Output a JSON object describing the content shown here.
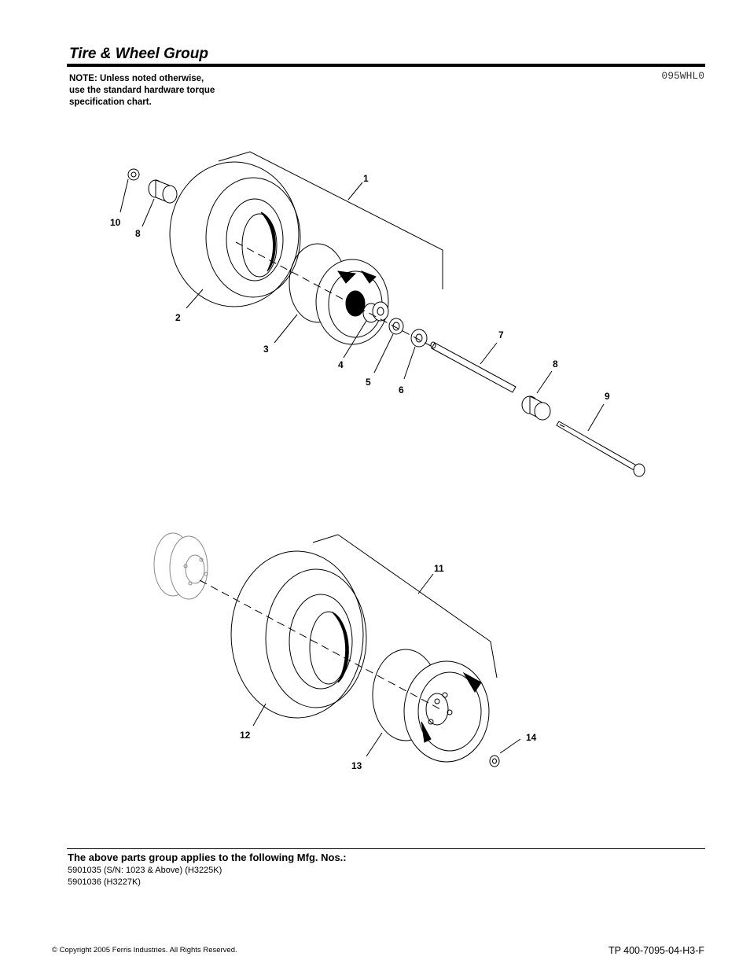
{
  "header": {
    "title": "Tire & Wheel Group",
    "note_lines": [
      "NOTE: Unless noted otherwise,",
      "use the standard hardware torque",
      "specification chart."
    ],
    "drawing_code": "095WHL0"
  },
  "callouts": {
    "c1": "1",
    "c2": "2",
    "c3": "3",
    "c4": "4",
    "c5": "5",
    "c6": "6",
    "c7": "7",
    "c8a": "8",
    "c8b": "8",
    "c9": "9",
    "c10": "10",
    "c11": "11",
    "c12": "12",
    "c13": "13",
    "c14": "14"
  },
  "footer": {
    "applies_heading": "The above parts group applies to the following Mfg. Nos.:",
    "mfg_numbers": [
      "5901035 (S/N: 1023 & Above) (H3225K)",
      "5901036 (H3227K)"
    ],
    "copyright": "© Copyright  2005 Ferris Industries. All Rights Reserved.",
    "doc_number": "TP 400-7095-04-H3-F"
  }
}
